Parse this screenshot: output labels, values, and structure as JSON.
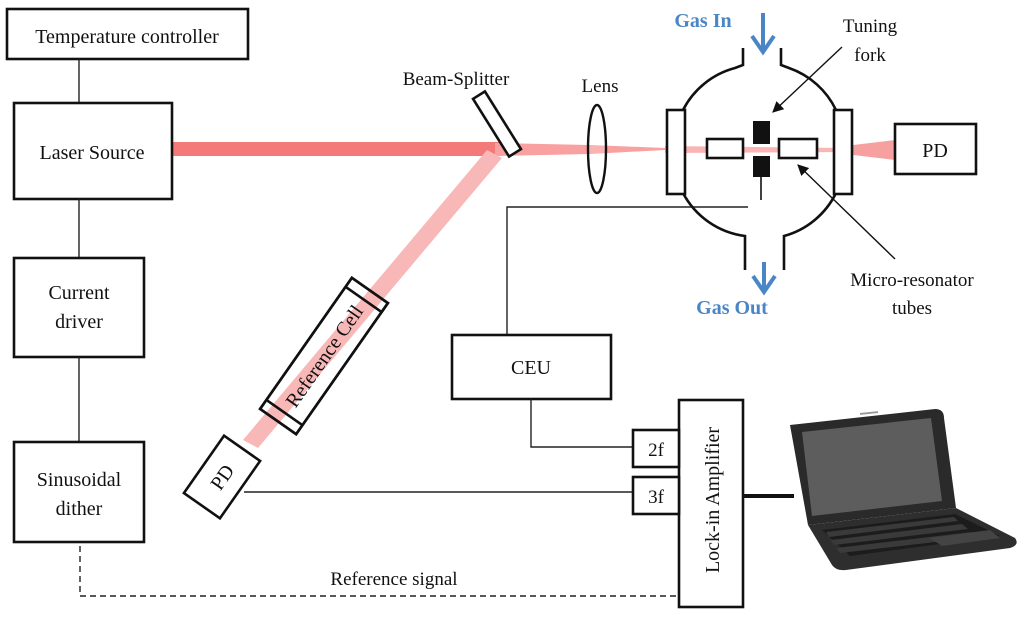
{
  "diagram": {
    "title": "Laser spectroscopy gas sensing setup",
    "colors": {
      "beam_main": "#f47a7a",
      "beam_weak": "#f9b4b4",
      "gas_label": "#4a86c5",
      "stroke": "#111111"
    },
    "boxes": {
      "temperature_controller": "Temperature controller",
      "laser_source": "Laser Source",
      "current_driver_line1": "Current",
      "current_driver_line2": "driver",
      "sinusoidal_dither_line1": "Sinusoidal",
      "sinusoidal_dither_line2": "dither",
      "reference_cell": "Reference Cell",
      "pd_reference": "PD",
      "pd_output": "PD",
      "ceu": "CEU",
      "lock_in_amplifier": "Lock-in Amplifier",
      "port_2f": "2f",
      "port_3f": "3f"
    },
    "labels": {
      "beam_splitter": "Beam-Splitter",
      "lens": "Lens",
      "gas_in": "Gas In",
      "gas_out": "Gas Out",
      "tuning_fork_line1": "Tuning",
      "tuning_fork_line2": "fork",
      "micro_resonator_line1": "Micro-resonator",
      "micro_resonator_line2": "tubes",
      "reference_signal": "Reference signal"
    },
    "icons": {
      "laptop": "laptop-icon",
      "arrow_down": "arrow-down-icon"
    }
  }
}
